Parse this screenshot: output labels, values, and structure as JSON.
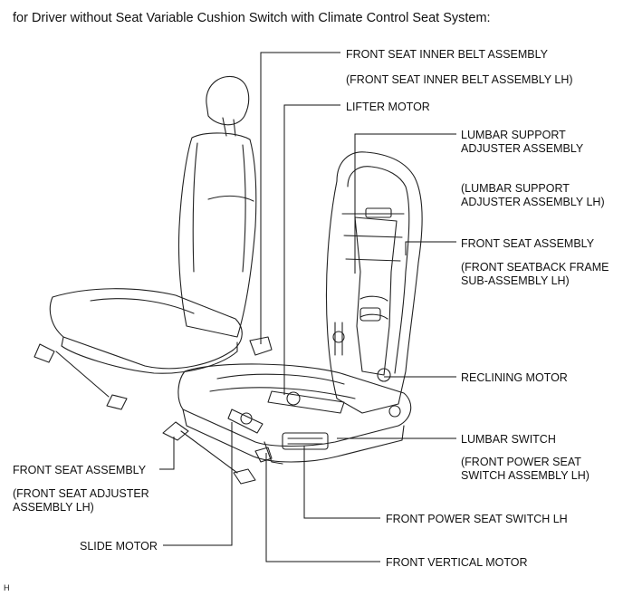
{
  "heading": "for Driver without Seat Variable Cushion Switch with Climate Control Seat System:",
  "sheet_code": "H",
  "labels": {
    "inner_belt": "FRONT SEAT INNER BELT ASSEMBLY",
    "inner_belt_sub": "(FRONT SEAT INNER BELT ASSEMBLY LH)",
    "lifter_motor": "LIFTER MOTOR",
    "lumbar_adjuster_1": "LUMBAR SUPPORT",
    "lumbar_adjuster_2": "ADJUSTER ASSEMBLY",
    "lumbar_adjuster_sub_1": "(LUMBAR SUPPORT",
    "lumbar_adjuster_sub_2": "ADJUSTER ASSEMBLY LH)",
    "front_seat_assembly_right": "FRONT SEAT ASSEMBLY",
    "seatback_frame_1": "(FRONT SEATBACK FRAME",
    "seatback_frame_2": "SUB-ASSEMBLY LH)",
    "reclining_motor": "RECLINING MOTOR",
    "lumbar_switch": "LUMBAR SWITCH",
    "power_seat_switch_sub_1": "(FRONT POWER SEAT",
    "power_seat_switch_sub_2": "SWITCH ASSEMBLY LH)",
    "front_seat_assembly_left": "FRONT SEAT ASSEMBLY",
    "seat_adjuster_1": "(FRONT SEAT ADJUSTER",
    "seat_adjuster_2": "ASSEMBLY LH)",
    "power_seat_switch": "FRONT POWER SEAT SWITCH LH",
    "slide_motor": "SLIDE MOTOR",
    "vertical_motor": "FRONT VERTICAL MOTOR"
  }
}
